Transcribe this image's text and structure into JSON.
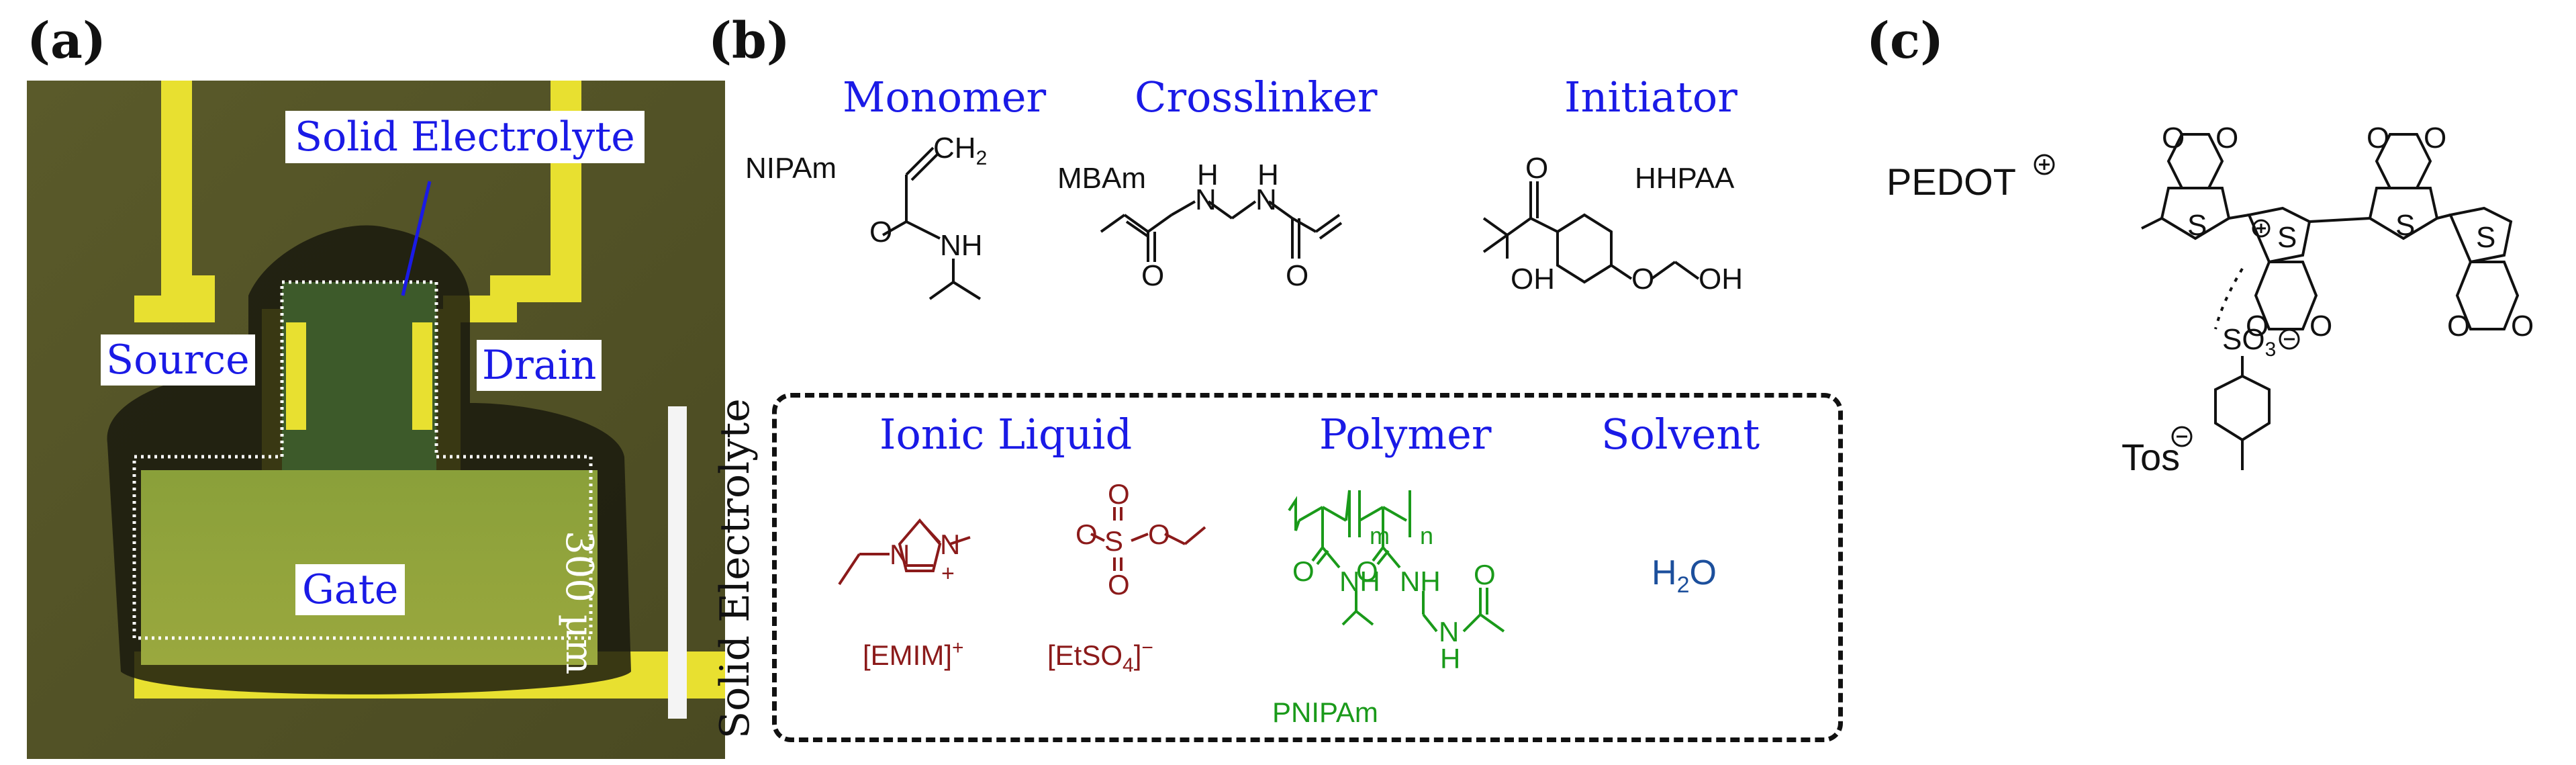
{
  "panels": {
    "a": {
      "label": "(a)",
      "regions": {
        "solid_electrolyte": "Solid Electrolyte",
        "source": "Source",
        "drain": "Drain",
        "gate": "Gate"
      },
      "scale_bar": "300 µm"
    },
    "b": {
      "label": "(b)",
      "headers": {
        "monomer": "Monomer",
        "crosslinker": "Crosslinker",
        "initiator": "Initiator"
      },
      "monomer": {
        "name": "NIPAm",
        "ch2": "CH",
        "ch2_sub": "2",
        "O": "O",
        "NH": "NH"
      },
      "crosslinker": {
        "name": "MBAm",
        "H": "H",
        "N": "N",
        "O": "O"
      },
      "initiator": {
        "name": "HHPAA",
        "O": "O",
        "OH": "OH"
      },
      "box_label": "Solid Electrolyte",
      "box_headers": {
        "ionic_liquid": "Ionic Liquid",
        "polymer": "Polymer",
        "solvent": "Solvent"
      },
      "emim": {
        "label": "[EMIM]",
        "charge": "+",
        "N": "N",
        "plus": "+"
      },
      "etso4": {
        "label_pre": "[EtSO",
        "label_sub": "4",
        "label_post": "]",
        "charge": "−",
        "S": "S",
        "O": "O"
      },
      "pnipam": {
        "name": "PNIPAm",
        "m": "m",
        "n": "n",
        "O": "O",
        "NH": "NH",
        "N": "N",
        "H": "H"
      },
      "water": {
        "H": "H",
        "sub": "2",
        "O": "O"
      }
    },
    "c": {
      "label": "(c)",
      "pedot": "PEDOT",
      "tos": "Tos",
      "so3": "SO",
      "so3_sub": "3",
      "O": "O",
      "S": "S"
    }
  },
  "colors": {
    "blue": "#1a1ae6",
    "dark_red": "#8b1a1a",
    "green": "#1a9a1a",
    "water_blue": "#1c4f9c",
    "black": "#111111"
  }
}
